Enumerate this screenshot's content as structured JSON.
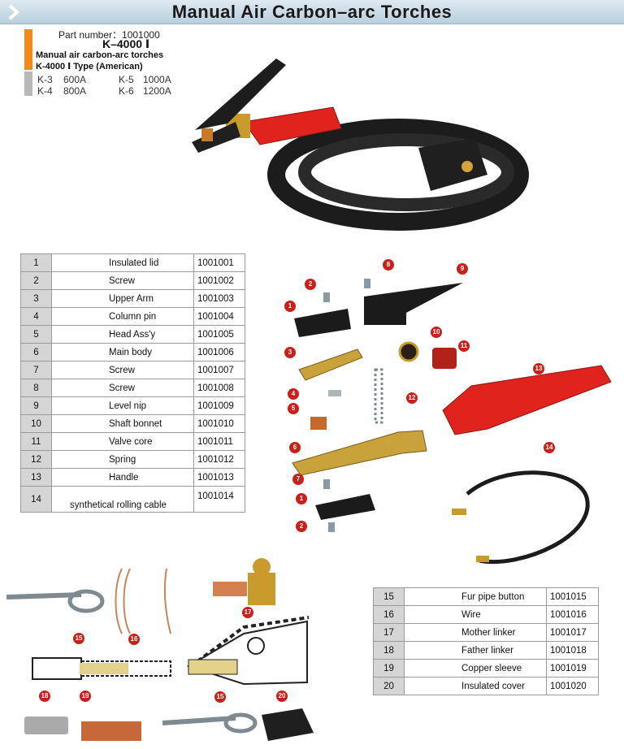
{
  "header": {
    "title": "Manual Air Carbon–arc Torches",
    "part_number": "Part number：1001000",
    "model": "K–4000 Ⅰ",
    "description_line1": "Manual air carbon-arc torches",
    "description_line2": "K-4000 Ⅰ Type (American)",
    "specs": [
      {
        "model": "K-3",
        "amps": "600A"
      },
      {
        "model": "K-5",
        "amps": "1000A"
      },
      {
        "model": "K-4",
        "amps": "800A"
      },
      {
        "model": "K-6",
        "amps": "1200A"
      }
    ]
  },
  "parts_table_1": [
    {
      "no": "1",
      "name": "Insulated lid",
      "code": "1001001"
    },
    {
      "no": "2",
      "name": "Screw",
      "code": "1001002"
    },
    {
      "no": "3",
      "name": "Upper Arm",
      "code": "1001003"
    },
    {
      "no": "4",
      "name": "Column pin",
      "code": "1001004"
    },
    {
      "no": "5",
      "name": "Head Ass'y",
      "code": "1001005"
    },
    {
      "no": "6",
      "name": "Main body",
      "code": "1001006"
    },
    {
      "no": "7",
      "name": "Screw",
      "code": "1001007"
    },
    {
      "no": "8",
      "name": "Screw",
      "code": "1001008"
    },
    {
      "no": "9",
      "name": "Level nip",
      "code": "1001009"
    },
    {
      "no": "10",
      "name": "Shaft bonnet",
      "code": "1001010"
    },
    {
      "no": "11",
      "name": "Valve core",
      "code": "1001011"
    },
    {
      "no": "12",
      "name": "Spring",
      "code": "1001012"
    },
    {
      "no": "13",
      "name": "Handle",
      "code": "1001013"
    },
    {
      "no": "14",
      "name": "synthetical rolling cable",
      "code": "1001014"
    }
  ],
  "parts_table_2": [
    {
      "no": "15",
      "name": "Fur pipe button",
      "code": "1001015"
    },
    {
      "no": "16",
      "name": "Wire",
      "code": "1001016"
    },
    {
      "no": "17",
      "name": "Mother linker",
      "code": "1001017"
    },
    {
      "no": "18",
      "name": "Father linker",
      "code": "1001018"
    },
    {
      "no": "19",
      "name": "Copper sleeve",
      "code": "1001019"
    },
    {
      "no": "20",
      "name": "Insulated cover",
      "code": "1001020"
    }
  ],
  "exploded_callouts": [
    "1",
    "2",
    "3",
    "4",
    "5",
    "6",
    "7",
    "8",
    "9",
    "10",
    "11",
    "12",
    "13",
    "14",
    "1",
    "2"
  ],
  "connector_callouts": [
    "15",
    "16",
    "17",
    "18",
    "19",
    "15",
    "20"
  ],
  "colors": {
    "banner": "#c6d8e6",
    "accent_orange": "#f08a1c",
    "callout_red": "#c8211a",
    "handle_red": "#e0231c"
  }
}
